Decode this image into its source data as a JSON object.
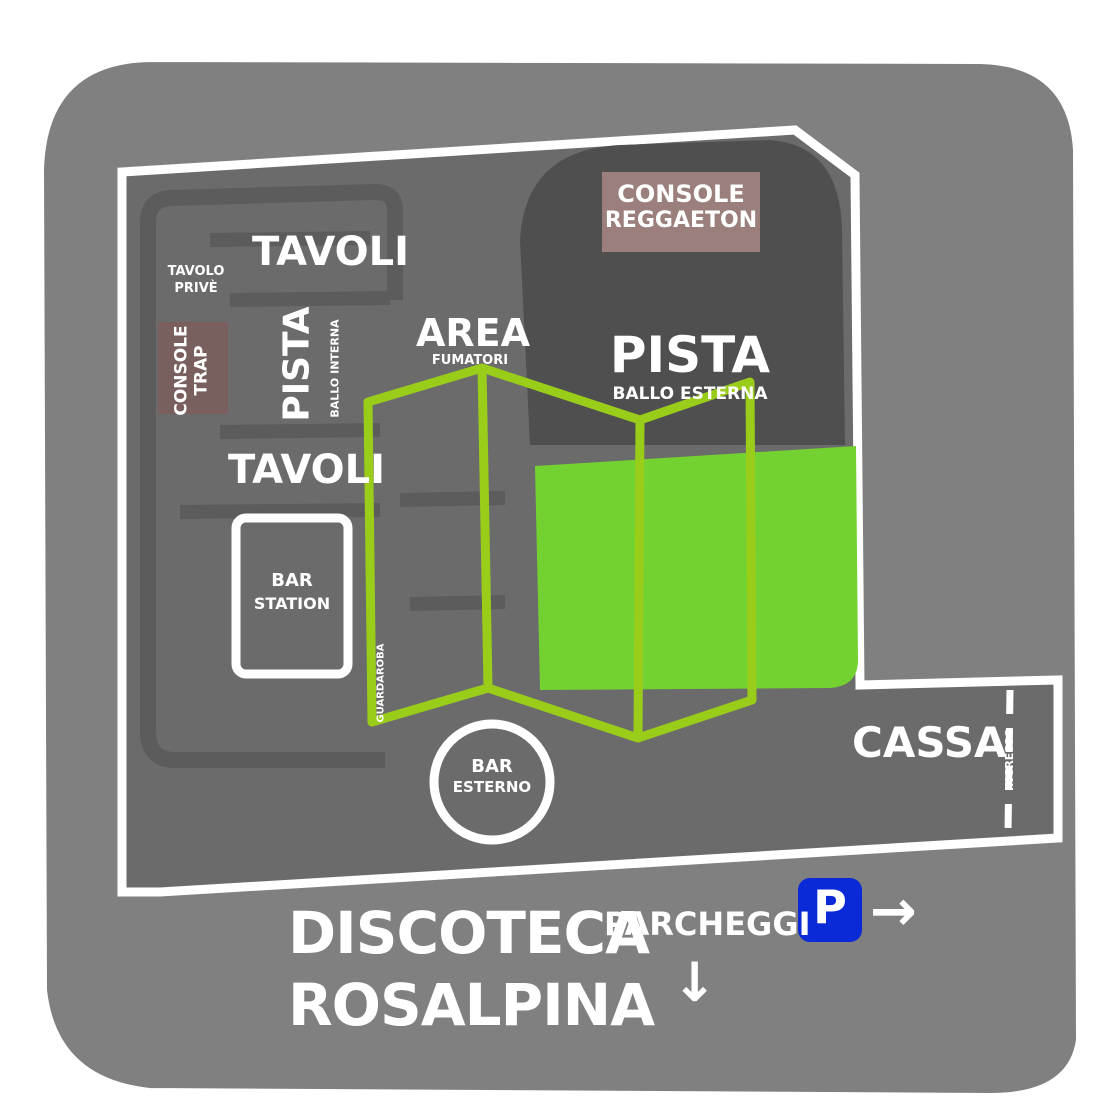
{
  "map": {
    "venue_line1": "DISCOTECA",
    "venue_line2": "ROSALPINA",
    "areas": {
      "tavoli_top": "TAVOLI",
      "tavolo_prive_1": "TAVOLO",
      "tavolo_prive_2": "PRIVÈ",
      "console_trap_1": "CONSOLE",
      "console_trap_2": "TRAP",
      "pista_interna": "PISTA",
      "pista_interna_sub": "BALLO INTERNA",
      "tavoli_bottom": "TAVOLI",
      "bar_station_1": "BAR",
      "bar_station_2": "STATION",
      "area_fumatori_1": "AREA",
      "area_fumatori_2": "FUMATORI",
      "console_reggaeton_1": "CONSOLE",
      "console_reggaeton_2": "REGGAETON",
      "pista_esterna": "PISTA",
      "pista_esterna_sub": "BALLO ESTERNA",
      "guardaroba": "GUARDAROBA",
      "bar_esterno_1": "BAR",
      "bar_esterno_2": "ESTERNO",
      "cassa": "CASSA",
      "ingresso": "INGRESSO"
    },
    "parking": {
      "label": "PARCHEGGI",
      "sign": "P",
      "arrow_right": "→",
      "arrow_down": "↓"
    },
    "colors": {
      "frame": "#808080",
      "room": "#6b6b6b",
      "dance_floor": "#4f4f4f",
      "console_reggaeton": "#9a7f7d",
      "console_trap": "#7a5f5f",
      "green_overlay": "#73d232",
      "map_icon": "#9acd1a",
      "parking_blue": "#0a2ad8"
    },
    "map_icon": "folded-map-icon"
  }
}
